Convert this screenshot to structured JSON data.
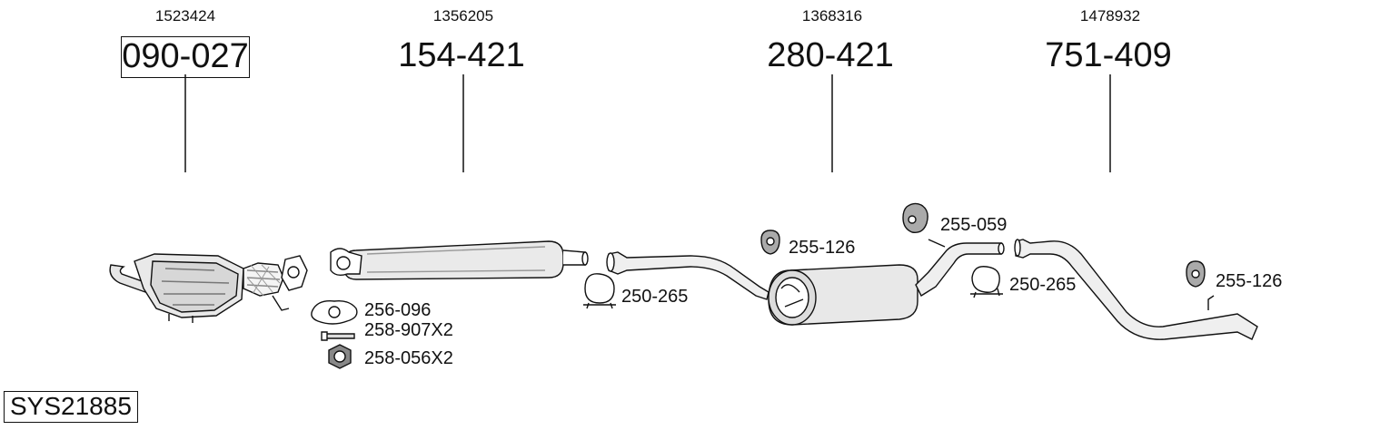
{
  "system": {
    "code": "SYS21885"
  },
  "assemblies": [
    {
      "ref": "1523424",
      "part": "090-027",
      "boxed": true
    },
    {
      "ref": "1356205",
      "part": "154-421",
      "boxed": false
    },
    {
      "ref": "1368316",
      "part": "280-421",
      "boxed": false
    },
    {
      "ref": "1478932",
      "part": "751-409",
      "boxed": false
    }
  ],
  "accessories": {
    "gasket": "256-096",
    "bolt": "258-907X2",
    "nut": "258-056X2",
    "clamp_1": "250-265",
    "hanger_1": "255-126",
    "hanger_2": "255-059",
    "clamp_2": "250-265",
    "hanger_3": "255-126"
  }
}
